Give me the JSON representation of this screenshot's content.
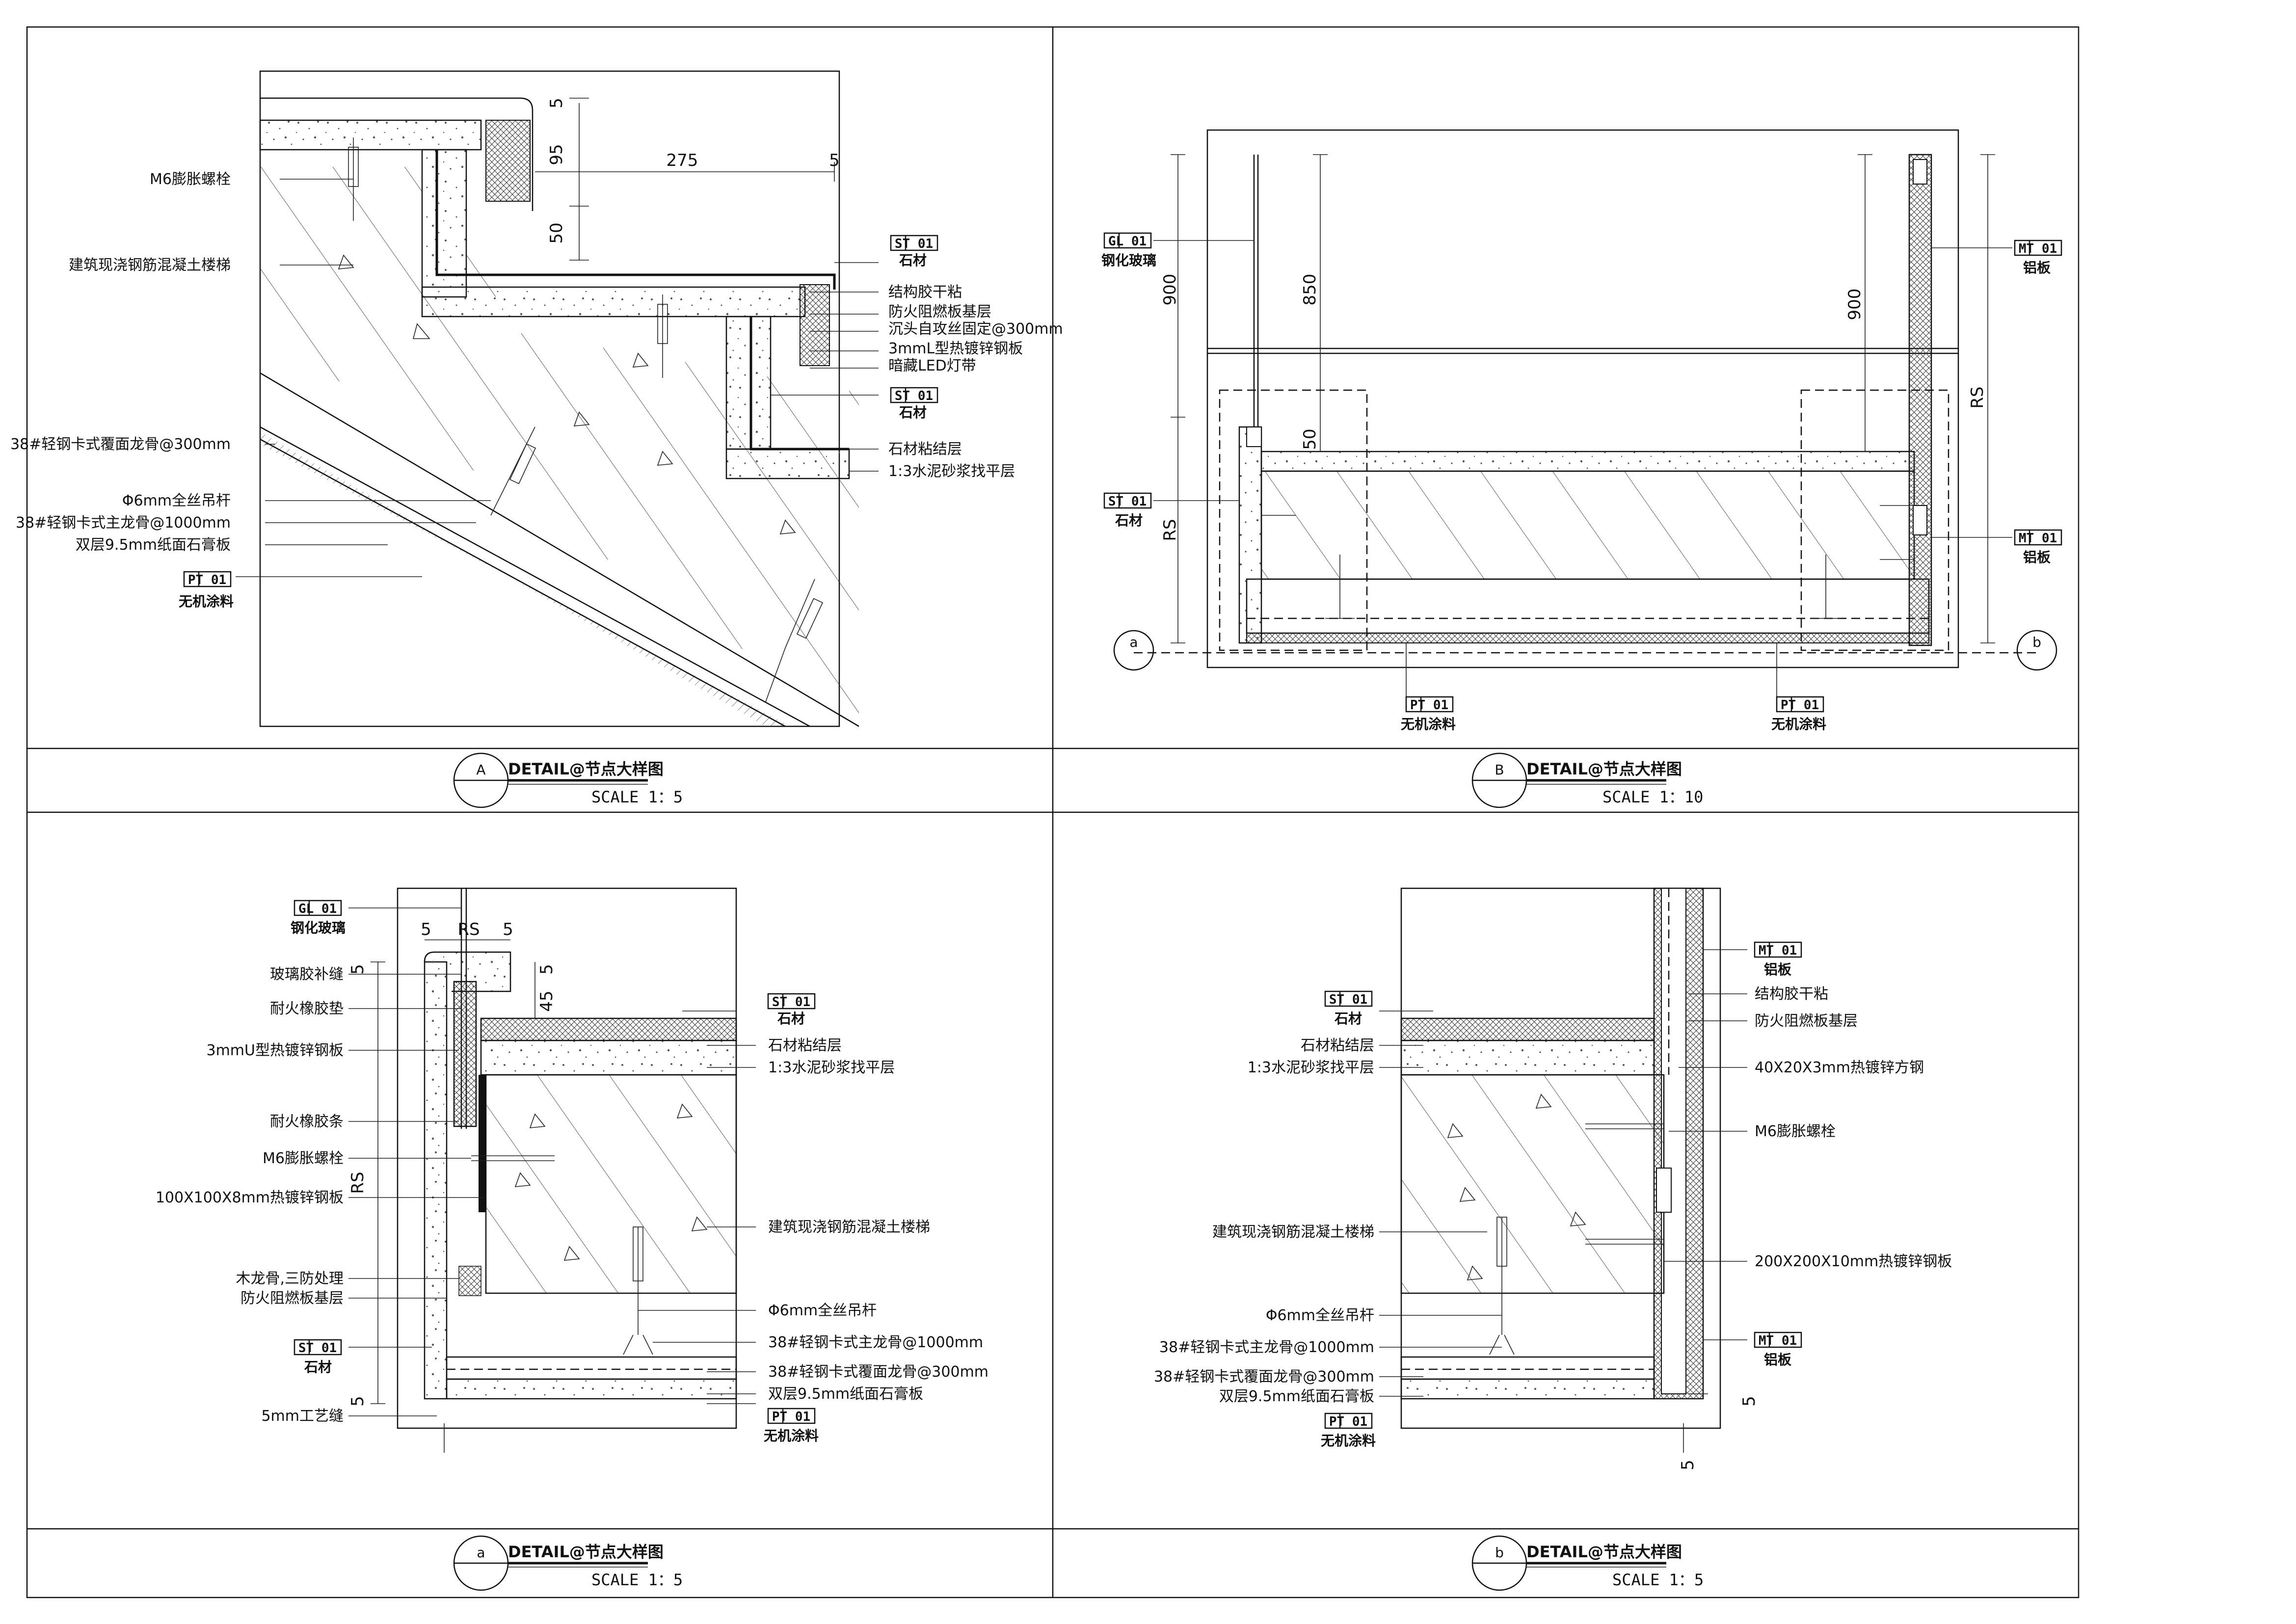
{
  "panelA": {
    "labels": [
      "M6膨胀螺栓",
      "建筑现浇钢筋混凝土楼梯",
      "38#轻钢卡式覆面龙骨@300mm",
      "Φ6mm全丝吊杆",
      "38#轻钢卡式主龙骨@1000mm",
      "双层9.5mm纸面石膏板",
      "无机涂料"
    ],
    "right_labels": [
      "石材",
      "结构胶干粘",
      "防火阻燃板基层",
      "沉头自攻丝固定@300mm",
      "3mmL型热镀锌钢板",
      "暗藏LED灯带",
      "石材",
      "石材粘结层",
      "1:3水泥砂浆找平层"
    ],
    "dims": [
      "5",
      "95",
      "275",
      "5",
      "50"
    ],
    "tags": [
      "PT 01",
      "ST 01",
      "ST 01"
    ],
    "title_id": "A",
    "title": "DETAIL@节点大样图",
    "scale": "SCALE 1：5"
  },
  "panelB": {
    "labels": [
      "钢化玻璃",
      "石材",
      "铝板",
      "铝板",
      "无机涂料",
      "无机涂料"
    ],
    "dims": [
      "900",
      "850",
      "50",
      "900",
      "RS",
      "RS"
    ],
    "tags": [
      "GL 01",
      "ST 01",
      "MT 01",
      "MT 01",
      "PT 01",
      "PT 01"
    ],
    "markers": [
      "a",
      "b"
    ],
    "title_id": "B",
    "title": "DETAIL@节点大样图",
    "scale": "SCALE 1：10"
  },
  "panela": {
    "labels": [
      "钢化玻璃",
      "玻璃胶补缝",
      "耐火橡胶垫",
      "3mmU型热镀锌钢板",
      "耐火橡胶条",
      "M6膨胀螺栓",
      "100X100X8mm热镀锌钢板",
      "木龙骨,三防处理",
      "防火阻燃板基层",
      "石材",
      "5mm工艺缝"
    ],
    "right_labels": [
      "石材",
      "石材粘结层",
      "1:3水泥砂浆找平层",
      "建筑现浇钢筋混凝土楼梯",
      "Φ6mm全丝吊杆",
      "38#轻钢卡式主龙骨@1000mm",
      "38#轻钢卡式覆面龙骨@300mm",
      "双层9.5mm纸面石膏板",
      "无机涂料"
    ],
    "dims": [
      "5",
      "RS",
      "5",
      "5",
      "45",
      "RS",
      "5",
      "5"
    ],
    "tags": [
      "GL 01",
      "ST 01",
      "ST 01",
      "PT 01"
    ],
    "title_id": "a",
    "title": "DETAIL@节点大样图",
    "scale": "SCALE 1：5"
  },
  "panelb": {
    "left_labels": [
      "石材",
      "石材粘结层",
      "1:3水泥砂浆找平层",
      "建筑现浇钢筋混凝土楼梯",
      "Φ6mm全丝吊杆",
      "38#轻钢卡式主龙骨@1000mm",
      "38#轻钢卡式覆面龙骨@300mm",
      "双层9.5mm纸面石膏板",
      "无机涂料"
    ],
    "right_labels": [
      "铝板",
      "结构胶干粘",
      "防火阻燃板基层",
      "40X20X3mm热镀锌方钢",
      "M6膨胀螺栓",
      "200X200X10mm热镀锌钢板",
      "铝板"
    ],
    "dims": [
      "5",
      "5"
    ],
    "tags": [
      "ST 01",
      "PT 01",
      "MT 01",
      "MT 01"
    ],
    "title_id": "b",
    "title": "DETAIL@节点大样图",
    "scale": "SCALE 1：5"
  }
}
